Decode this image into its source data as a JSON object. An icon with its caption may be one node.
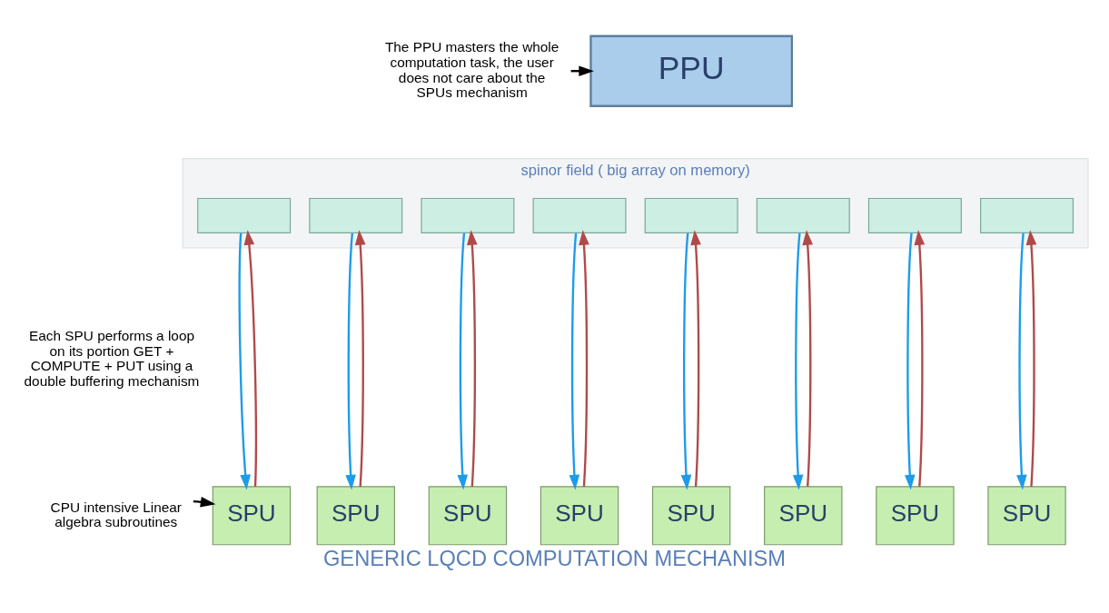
{
  "diagram": {
    "caption": "GENERIC LQCD COMPUTATION MECHANISM",
    "nodes": [
      {
        "text": [
          "The PPU masters the whole computation task, the user does not care about the SPUs mechanism"
        ]
      },
      {
        "text": [
          "PPU"
        ]
      },
      {
        "text": [
          "spinor field ( big array on memory)"
        ]
      },
      {
        "text": [],
        "shape": "box",
        "in": 2
      },
      {
        "text": [],
        "shape": "box",
        "in": 2
      },
      {
        "text": [],
        "shape": "box",
        "in": 2
      },
      {
        "text": [],
        "shape": "box",
        "in": 2
      },
      {
        "text": [],
        "shape": "box",
        "in": 2
      },
      {
        "text": [],
        "shape": "box",
        "in": 2
      },
      {
        "text": [],
        "shape": "box",
        "in": 2
      },
      {
        "text": [],
        "shape": "box",
        "in": 2
      },
      {
        "text": [
          "CPU intensive Linear algebra subroutines"
        ]
      },
      {
        "text": [
          "SPU"
        ]
      },
      {
        "text": [
          "SPU"
        ]
      },
      {
        "text": [
          "SPU"
        ]
      },
      {
        "text": [
          "SPU"
        ]
      },
      {
        "text": [
          "SPU"
        ]
      },
      {
        "text": [
          "SPU"
        ]
      },
      {
        "text": [
          "SPU"
        ]
      },
      {
        "text": [
          "SPU"
        ]
      }
    ],
    "edges": [
      {
        "from": 0,
        "to": 1,
        "arrow": "to",
        "color": "#000000"
      },
      {
        "from": 11,
        "to": 12,
        "arrow": "to",
        "color": "#000000"
      },
      {
        "from": 3,
        "to": 12,
        "arrow": "to",
        "color": "#1e9be8"
      },
      {
        "from": 12,
        "to": 3,
        "arrow": "to",
        "color": "#b04a4a"
      },
      {
        "from": 4,
        "to": 13,
        "arrow": "to",
        "color": "#1e9be8"
      },
      {
        "from": 13,
        "to": 4,
        "arrow": "to",
        "color": "#b04a4a"
      },
      {
        "from": 5,
        "to": 14,
        "arrow": "to",
        "color": "#1e9be8"
      },
      {
        "from": 14,
        "to": 5,
        "arrow": "to",
        "color": "#b04a4a"
      },
      {
        "from": 6,
        "to": 15,
        "arrow": "to",
        "color": "#1e9be8"
      },
      {
        "from": 15,
        "to": 6,
        "arrow": "to",
        "color": "#b04a4a"
      },
      {
        "from": 7,
        "to": 16,
        "arrow": "to",
        "color": "#1e9be8"
      },
      {
        "from": 16,
        "to": 7,
        "arrow": "to",
        "color": "#b04a4a"
      },
      {
        "from": 8,
        "to": 17,
        "arrow": "to",
        "color": "#1e9be8"
      },
      {
        "from": 17,
        "to": 8,
        "arrow": "to",
        "color": "#b04a4a"
      },
      {
        "from": 9,
        "to": 18,
        "arrow": "to",
        "color": "#1e9be8"
      },
      {
        "from": 18,
        "to": 9,
        "arrow": "to",
        "color": "#b04a4a"
      },
      {
        "from": 10,
        "to": 19,
        "arrow": "to",
        "color": "#1e9be8"
      },
      {
        "from": 19,
        "to": 10,
        "arrow": "to",
        "color": "#b04a4a"
      }
    ],
    "labels": [
      "Each SPU performs a loop on its portion GET + COMPUTE + PUT using a double buffering mechanism"
    ]
  }
}
